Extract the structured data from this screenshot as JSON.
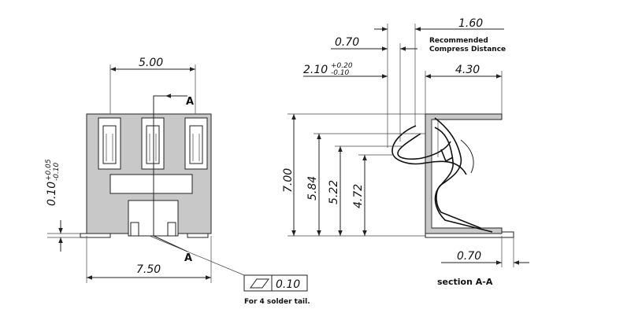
{
  "front_view": {
    "width_top": "5.00",
    "width_bottom": "7.50",
    "thickness": "0.10",
    "thickness_tol_plus": "+0.05",
    "thickness_tol_minus": "-0.10",
    "section_label_top": "A",
    "section_label_bottom": "A",
    "flatness_value": "0.10",
    "flatness_note": "For 4 solder tail."
  },
  "section_view": {
    "height_total": "7.00",
    "height_2": "5.84",
    "height_3": "5.22",
    "height_4": "4.72",
    "depth": "4.30",
    "offset_1": "0.70",
    "offset_2": "2.10",
    "offset_2_tol_plus": "+0.20",
    "offset_2_tol_minus": "-0.10",
    "compress": "1.60",
    "compress_note_line1": "Recommended",
    "compress_note_line2": "Compress Distance",
    "bottom_offset": "0.70",
    "caption": "section A-A"
  },
  "colors": {
    "body_fill": "#c8c8c8",
    "line": "#222222"
  }
}
